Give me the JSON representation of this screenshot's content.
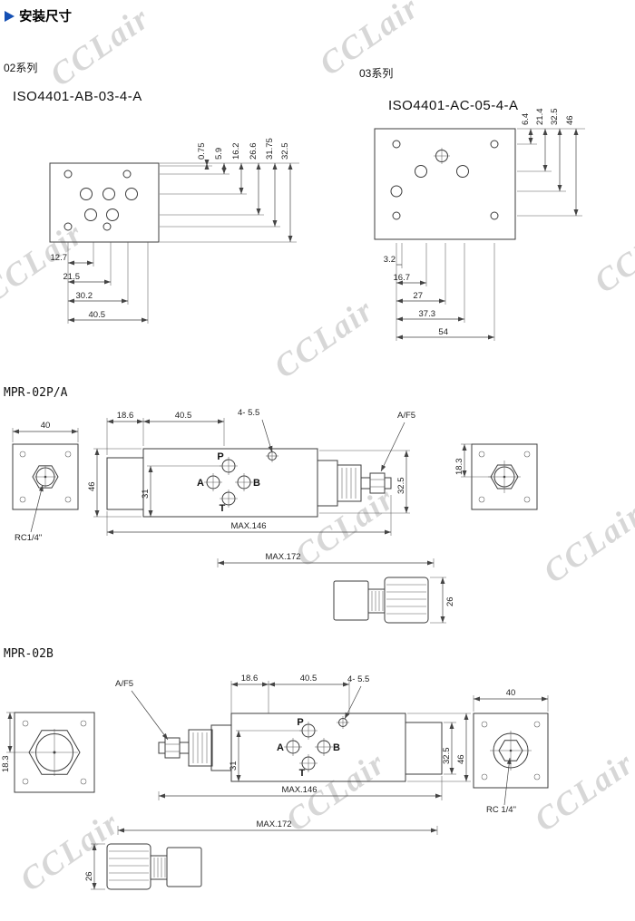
{
  "page": {
    "header": "安装尺寸",
    "watermark": "CCLair"
  },
  "series02": {
    "label": "02系列",
    "title": "ISO4401-AB-03-4-A",
    "dv": [
      "0.75",
      "5.9",
      "16.2",
      "26.6",
      "31.75",
      "32.5"
    ],
    "dh": [
      "12.7",
      "21.5",
      "30.2",
      "40.5"
    ]
  },
  "series03": {
    "label": "03系列",
    "title": "ISO4401-AC-05-4-A",
    "dv": [
      "6.4",
      "21.4",
      "32.5",
      "46"
    ],
    "dh": [
      "3.2",
      "16.7",
      "27",
      "37.3",
      "54"
    ]
  },
  "ports": {
    "p": "P",
    "a": "A",
    "b": "B",
    "t": "T"
  },
  "mpr02pa": {
    "label": "MPR-02P/A",
    "dim_top_width": "40",
    "dim_block": "18.6",
    "dim_face": "40.5",
    "holes_note": "4- 5.5",
    "wrench": "A/F5",
    "port_thread": "RC1/4\"",
    "dim_height": "46",
    "dim_inner_height": "31",
    "dim_adjuster": "32.5",
    "dim_end_offset": "18.3",
    "max_length": "MAX.146",
    "max_length_knob": "MAX.172",
    "dim_knob": "26"
  },
  "mpr02b": {
    "label": "MPR-02B",
    "wrench": "A/F5",
    "dim_block": "18.6",
    "dim_face": "40.5",
    "holes_note": "4- 5.5",
    "dim_top_width": "40",
    "dim_end_offset": "18.3",
    "dim_inner_height": "31",
    "dim_adjuster": "32.5",
    "dim_height": "46",
    "max_length": "MAX.146",
    "max_length_knob": "MAX.172",
    "dim_knob": "26",
    "port_thread": "RC 1/4\""
  }
}
